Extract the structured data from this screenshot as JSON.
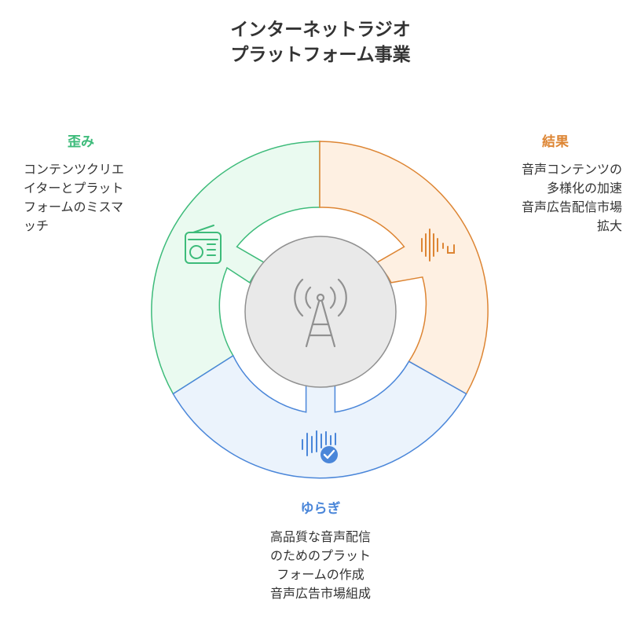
{
  "title": {
    "line1": "インターネットラジオ",
    "line2": "プラットフォーム事業"
  },
  "segments": {
    "distortion": {
      "heading": "歪み",
      "lines": [
        "コンテンツクリエ",
        "イターとプラット",
        "フォームのミスマ",
        "ッチ"
      ],
      "icon": "radio-icon",
      "color": "#3dbb7a",
      "fill": "#eafaf0"
    },
    "result": {
      "heading": "結果",
      "lines": [
        "音声コンテンツの",
        "多様化の加速",
        "音声広告配信市場",
        "拡大"
      ],
      "icon": "sound-wave-icon",
      "color": "#dd8533",
      "fill": "#fef0e2"
    },
    "fluctuation": {
      "heading": "ゆらぎ",
      "lines": [
        "高品質な音声配信",
        "のためのプラット",
        "フォームの作成",
        "音声広告市場組成"
      ],
      "icon": "verified-audio-icon",
      "color": "#4a86d9",
      "fill": "#ebf3fc"
    }
  },
  "center": {
    "icon": "antenna-tower-icon",
    "color": "#909090",
    "fill": "#e9e9e9"
  }
}
